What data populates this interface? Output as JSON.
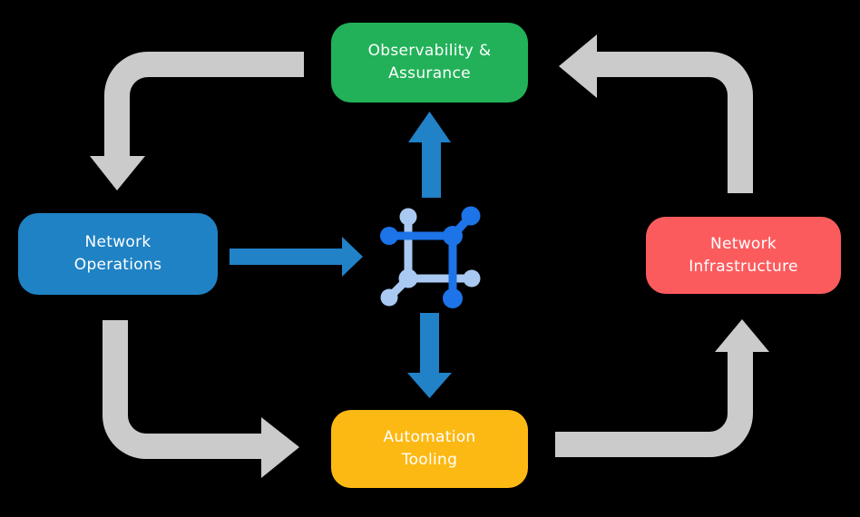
{
  "colors": {
    "background": "#000000",
    "node_green": "#22B159",
    "node_blue": "#1F82C4",
    "node_red": "#FC5B5E",
    "node_yellow": "#FCB913",
    "arrow_gray": "#CBCBCB",
    "arrow_blue": "#2182C8",
    "icon_dark_blue": "#1D73E8",
    "icon_light_blue": "#A9C9F2",
    "label_text": "#FFFFFF"
  },
  "nodes": {
    "observability": {
      "line1": "Observability &",
      "line2": "Assurance"
    },
    "operations": {
      "line1": "Network",
      "line2": "Operations"
    },
    "infrastructure": {
      "line1": "Network",
      "line2": "Infrastructure"
    },
    "automation": {
      "line1": "Automation",
      "line2": "Tooling"
    }
  },
  "center_icon": {
    "name": "network-automation-icon"
  },
  "connections": [
    {
      "from": "observability",
      "to": "operations",
      "style": "gray"
    },
    {
      "from": "operations",
      "to": "automation",
      "style": "gray"
    },
    {
      "from": "automation",
      "to": "infrastructure",
      "style": "gray"
    },
    {
      "from": "infrastructure",
      "to": "observability",
      "style": "gray"
    },
    {
      "from": "operations",
      "to": "center-icon",
      "style": "blue"
    },
    {
      "from": "center-icon",
      "to": "observability",
      "style": "blue"
    },
    {
      "from": "center-icon",
      "to": "automation",
      "style": "blue"
    }
  ]
}
